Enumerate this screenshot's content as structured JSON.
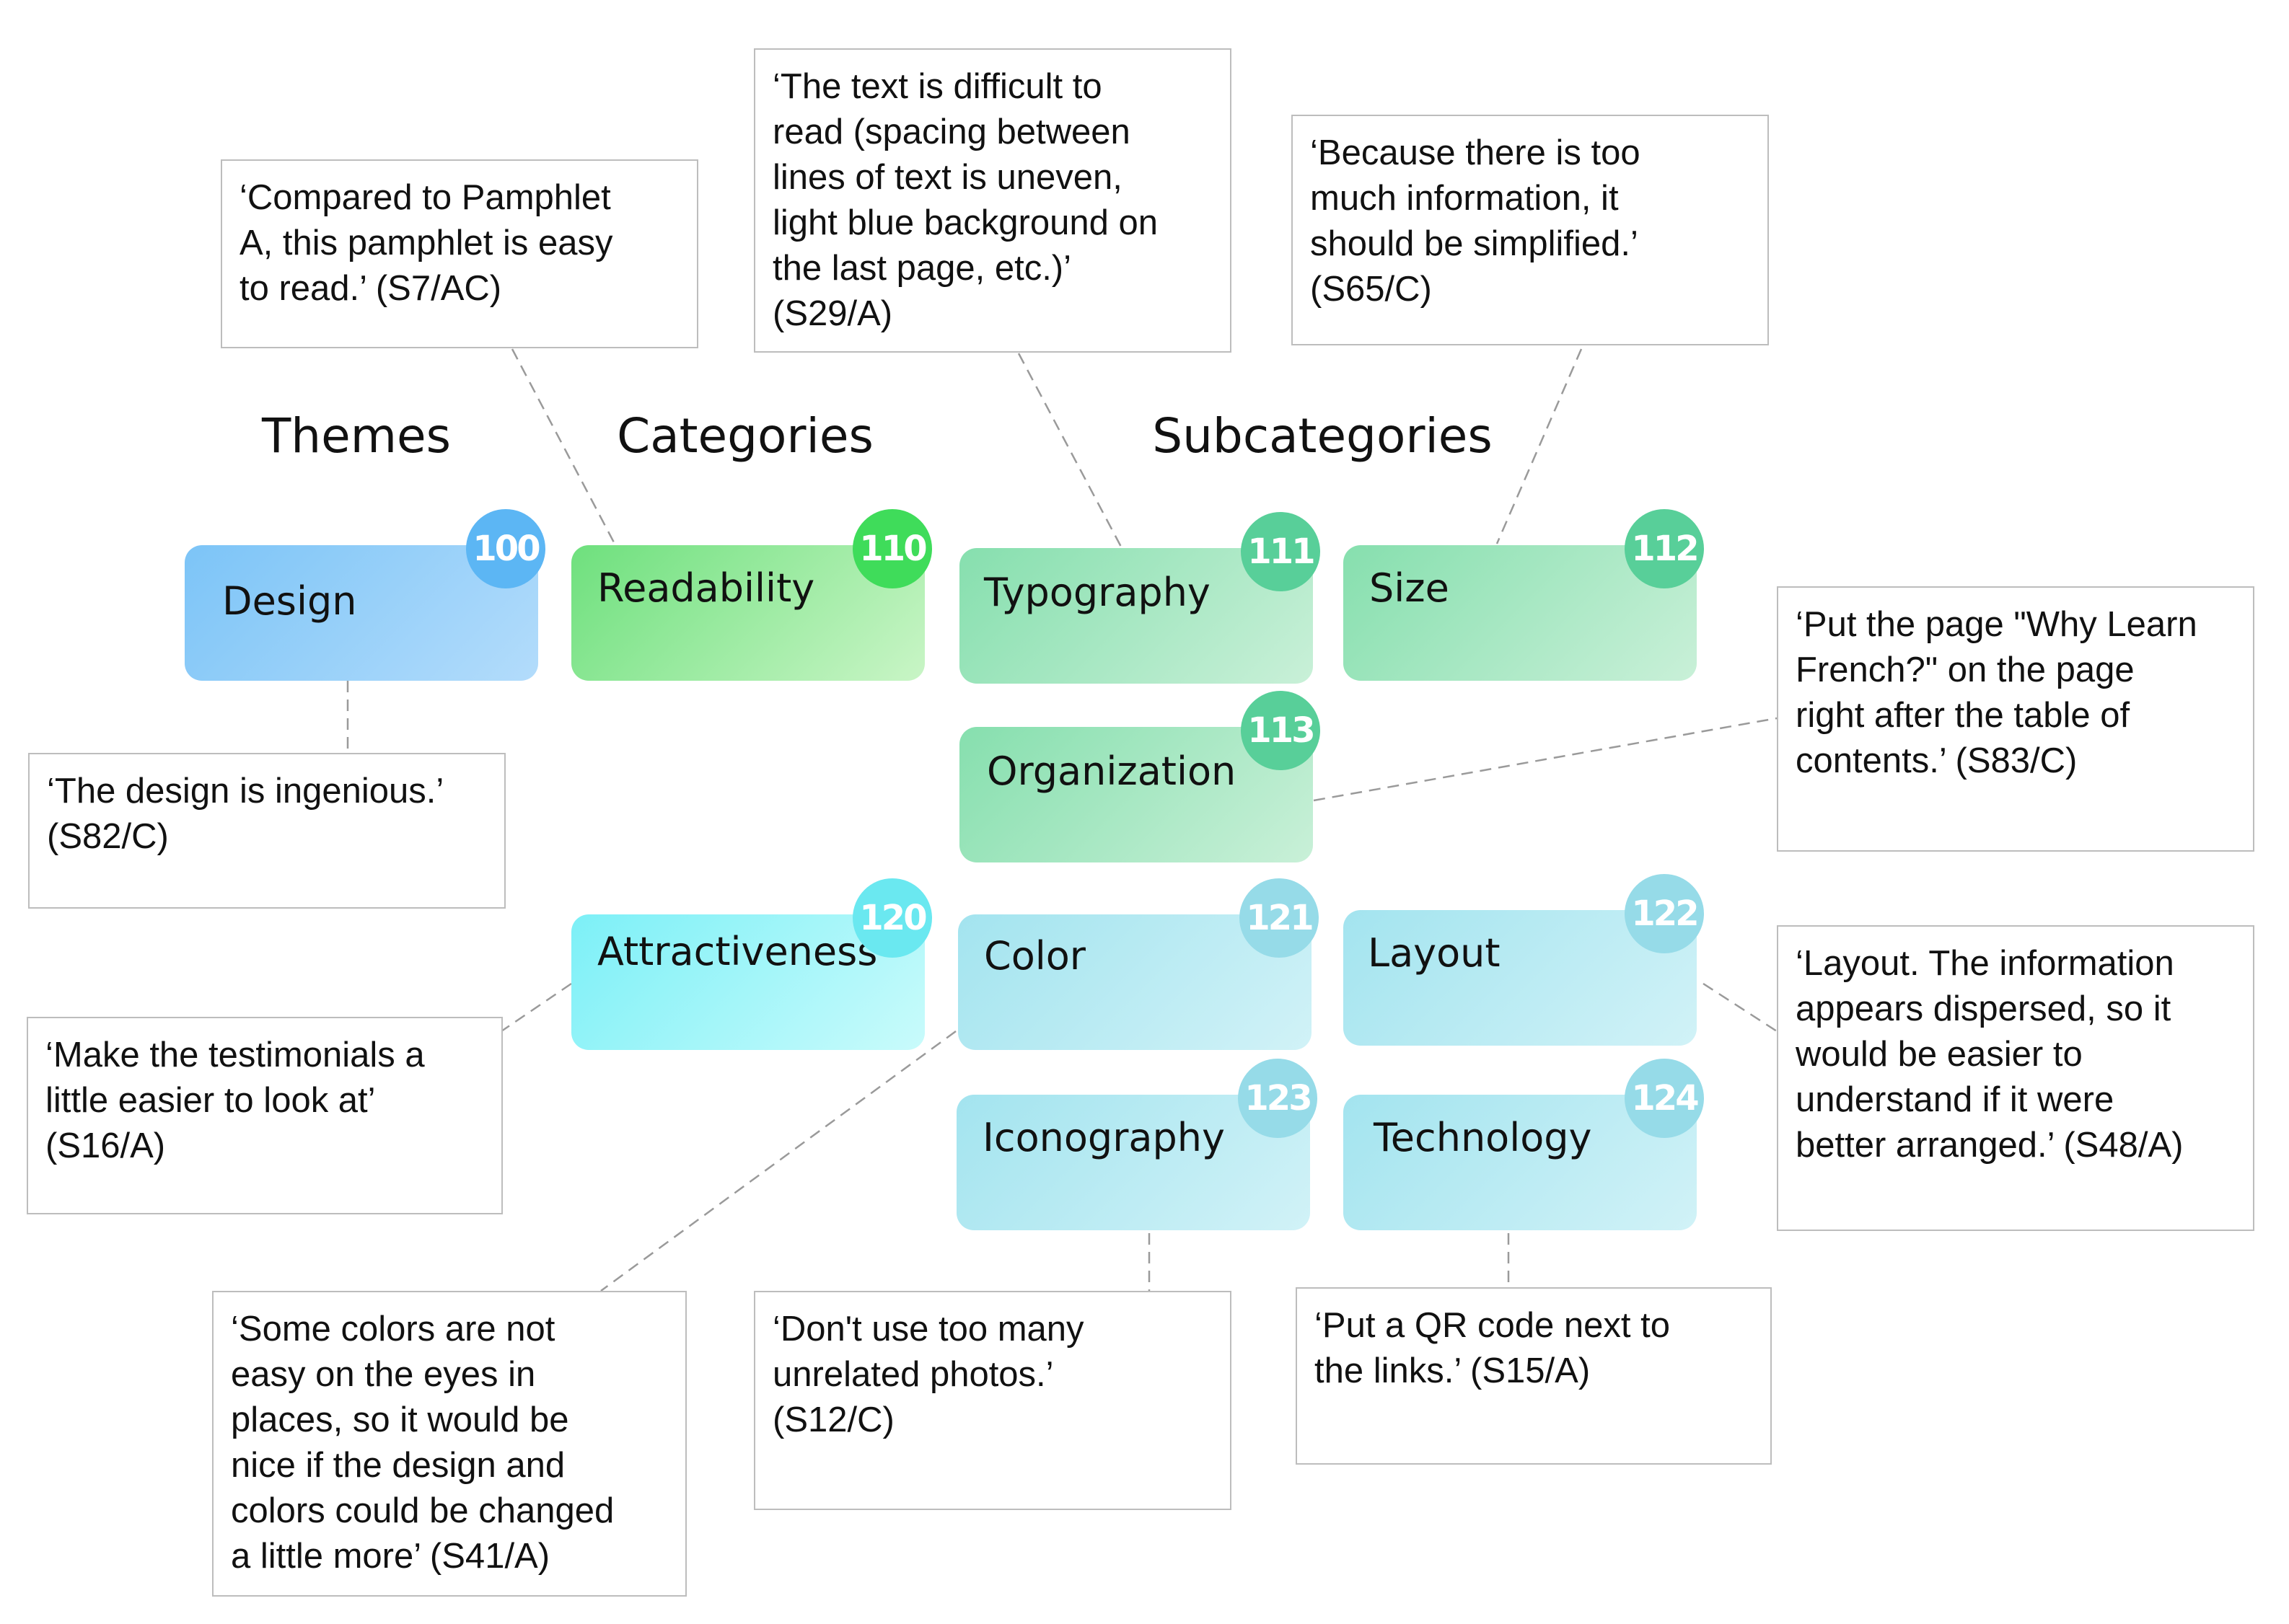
{
  "headings": {
    "themes": "Themes",
    "categories": "Categories",
    "subcategories": "Subcategories"
  },
  "nodes": {
    "design": {
      "label": "Design",
      "number": "100",
      "color": "#5cb6f4"
    },
    "readability": {
      "label": "Readability",
      "number": "110",
      "color": "#3fdc5a"
    },
    "typography": {
      "label": "Typography",
      "number": "111",
      "color": "#58cf99"
    },
    "size": {
      "label": "Size",
      "number": "112",
      "color": "#58cf99"
    },
    "organization": {
      "label": "Organization",
      "number": "113",
      "color": "#58cf99"
    },
    "attractiveness": {
      "label": "Attractiveness",
      "number": "120",
      "color": "#6ae8f0"
    },
    "color": {
      "label": "Color",
      "number": "121",
      "color": "#96dbe8"
    },
    "layout": {
      "label": "Layout",
      "number": "122",
      "color": "#96dbe8"
    },
    "iconography": {
      "label": "Iconography",
      "number": "123",
      "color": "#96dbe8"
    },
    "technology": {
      "label": "Technology",
      "number": "124",
      "color": "#96dbe8"
    }
  },
  "quotes": {
    "readability": [
      "‘Compared to Pamphlet",
      "A, this pamphlet is easy",
      "to read.’ (S7/AC)"
    ],
    "typography": [
      "‘The text is difficult to",
      "read (spacing between",
      "lines of text is uneven,",
      "light blue background on",
      "the last page, etc.)’",
      "(S29/A)"
    ],
    "size": [
      "‘Because there is too",
      "much information, it",
      "should be simplified.’",
      "(S65/C)"
    ],
    "organization": [
      "‘Put the page \"Why Learn",
      "French?\" on the page",
      "right after the table of",
      "contents.’ (S83/C)"
    ],
    "design": [
      "‘The design is ingenious.’",
      "(S82/C)"
    ],
    "attractiveness": [
      "‘Make the testimonials a",
      "little easier to look at’",
      "(S16/A)"
    ],
    "layout": [
      "‘Layout. The information",
      "appears dispersed, so it",
      "would be easier to",
      "understand if it were",
      "better arranged.’ (S48/A)"
    ],
    "color": [
      "‘Some colors are not",
      "easy on the eyes in",
      "places, so it would be",
      "nice if the design and",
      "colors could be changed",
      "a little more’ (S41/A)"
    ],
    "iconography": [
      "‘Don't use too many",
      "unrelated photos.’",
      "(S12/C)"
    ],
    "technology": [
      "‘Put a QR code next to",
      "the links.’ (S15/A)"
    ]
  }
}
